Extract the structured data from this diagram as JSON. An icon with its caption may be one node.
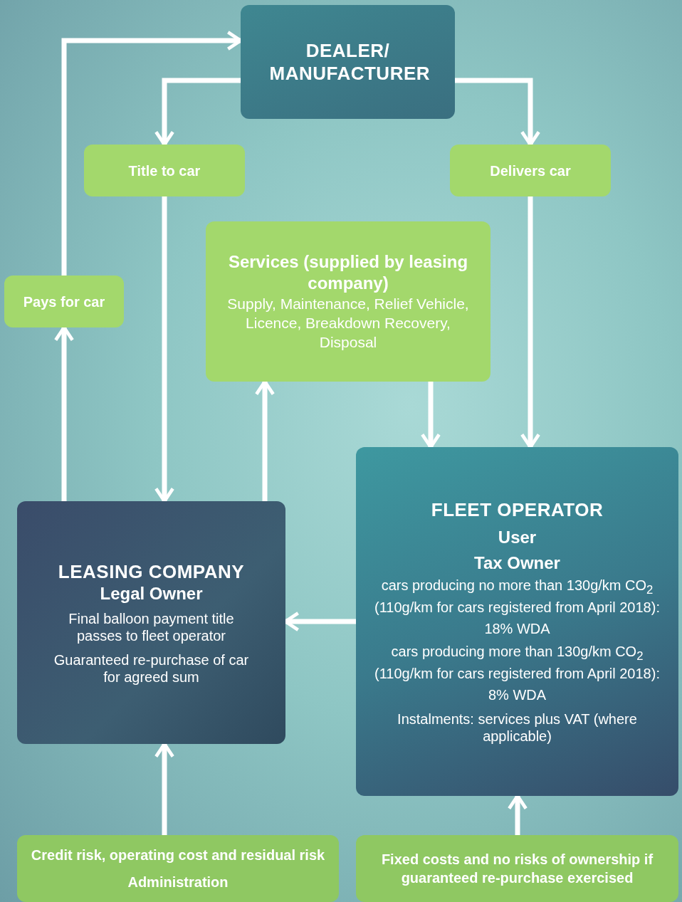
{
  "diagram": {
    "nodes": [
      {
        "text": [
          "DEALER/ MANUFACTURER"
        ]
      },
      {
        "text": [
          "Title to car"
        ]
      },
      {
        "text": [
          "Delivers car"
        ]
      },
      {
        "text": [
          "Services (supplied by leasing company)",
          "Supply, Maintenance, Relief Vehicle, Licence, Breakdown Recovery, Disposal"
        ]
      },
      {
        "text": [
          "Pays for car"
        ]
      },
      {
        "text": [
          "LEASING COMPANY",
          "Legal Owner",
          "Final balloon payment title passes to fleet operator",
          "Guaranteed re-purchase of car for agreed sum"
        ]
      },
      {
        "text": [
          "FLEET OPERATOR",
          "User",
          "Tax Owner",
          "cars producing no more than 130g/km CO$_{2}$ (110g/km for cars registered from April 2018):",
          "18% WDA",
          "cars producing more than 130g/km CO$_{2}$ (110g/km for cars registered from April 2018):",
          "8% WDA",
          "Instalments: services plus VAT (where applicable)"
        ]
      },
      {
        "text": [
          "Credit risk, operating cost and residual risk",
          "Administration"
        ]
      },
      {
        "text": [
          "Fixed costs and no risks of ownership if guaranteed re-purchase exercised"
        ]
      }
    ],
    "edges": [
      {
        "from": 5,
        "to": 4,
        "arrow": "to"
      },
      {
        "from": 4,
        "to": 0,
        "arrow": "to"
      },
      {
        "from": 0,
        "to": 1,
        "arrow": "to"
      },
      {
        "from": 0,
        "to": 2,
        "arrow": "to"
      },
      {
        "from": 1,
        "to": 5,
        "arrow": "to"
      },
      {
        "from": 5,
        "to": 3,
        "arrow": "to"
      },
      {
        "from": 3,
        "to": 6,
        "arrow": "to"
      },
      {
        "from": 2,
        "to": 6,
        "arrow": "to"
      },
      {
        "from": 6,
        "to": 5,
        "arrow": "to"
      },
      {
        "from": 7,
        "to": 5,
        "arrow": "to"
      },
      {
        "from": 8,
        "to": 6,
        "arrow": "to"
      }
    ]
  }
}
